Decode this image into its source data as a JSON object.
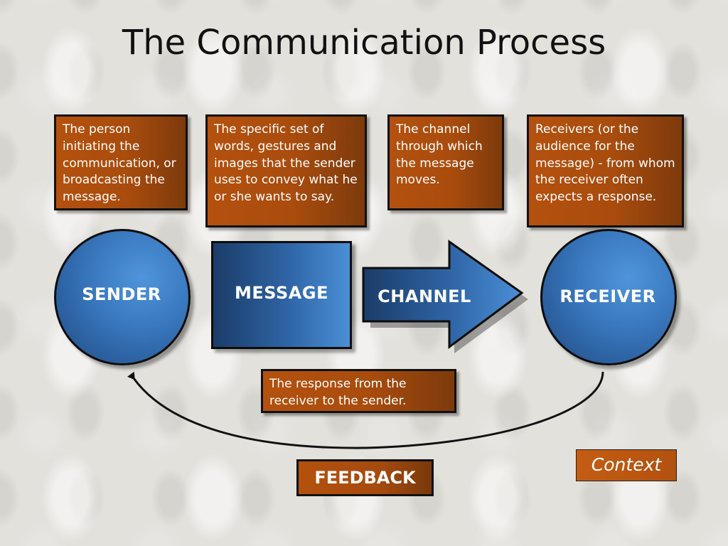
{
  "title": "The Communication Process",
  "descriptions": {
    "sender": "The person initiating the communication, or broadcasting the message.",
    "message": "The specific set of words, gestures and images that the sender uses to convey what he or she wants to say.",
    "channel": "The channel through which the message moves.",
    "receiver": "Receivers (or the audience for the message) - from whom the receiver often expects a response.",
    "feedback": "The response from the receiver to the sender."
  },
  "nodes": {
    "sender": "SENDER",
    "message": "MESSAGE",
    "channel": "CHANNEL",
    "receiver": "RECEIVER",
    "feedback": "FEEDBACK"
  },
  "context": "Context",
  "colors": {
    "orange": "#a94c0d",
    "blue": "#3a79c0",
    "dark_blue": "#1b3c68"
  }
}
